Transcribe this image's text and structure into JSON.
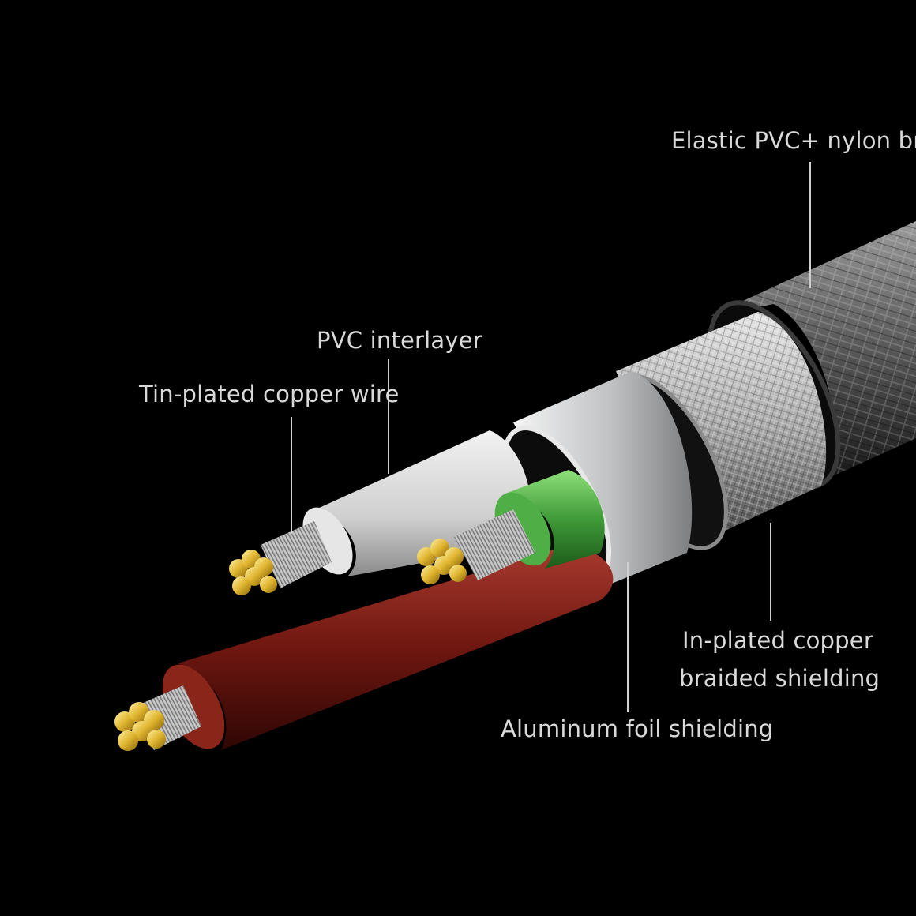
{
  "labels": {
    "outer_jacket": "Elastic PVC+ nylon braid",
    "interlayer": "PVC interlayer",
    "conductor": "Tin-plated copper wire",
    "braid_line1": "In-plated copper",
    "braid_line2": "braided shielding",
    "foil": "Aluminum foil shielding"
  },
  "colors": {
    "background": "#000000",
    "label_text": "#d9d9d9",
    "leader_line": "#cfcfcf",
    "jacket_braid": "#6e6e6e",
    "copper_braid": "#b8b8b8",
    "foil": "#c4c6c8",
    "white_insulation": "#dedede",
    "green_insulation": "#4fae45",
    "red_insulation": "#7a1a12",
    "conductor_gold": "#e0b530",
    "strand_silver": "#cfcfcf"
  }
}
